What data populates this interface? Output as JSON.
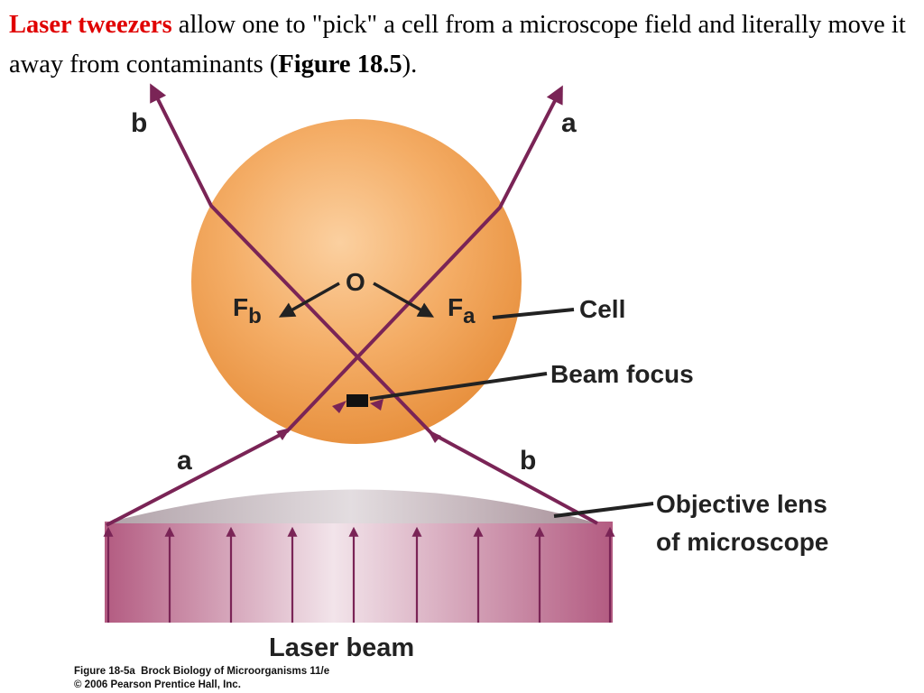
{
  "caption": {
    "lead": "Laser tweezers",
    "text1": " allow one to \"pick\" a cell from a microscope field and literally move it away from contaminants (",
    "figure_ref": "Figure 18.5",
    "text2": ")."
  },
  "labels": {
    "ray_b_top": "b",
    "ray_a_top": "a",
    "ray_a_bottom": "a",
    "ray_b_bottom": "b",
    "origin": "O",
    "force_b_main": "F",
    "force_b_sub": "b",
    "force_a_main": "F",
    "force_a_sub": "a",
    "cell": "Cell",
    "beam_focus": "Beam focus",
    "objective_line1": "Objective lens",
    "objective_line2": "of microscope",
    "laser_beam": "Laser beam"
  },
  "credits": {
    "line1": "Figure 18-5a  Brock Biology of Microorganisms 11/e",
    "line2": "© 2006 Pearson Prentice Hall, Inc."
  },
  "colors": {
    "cell": "#f2a65a",
    "ray": "#7a2456",
    "beam_fill": "#c98aa3",
    "lens": "#c8b8bf",
    "caption_accent": "#e00000"
  }
}
